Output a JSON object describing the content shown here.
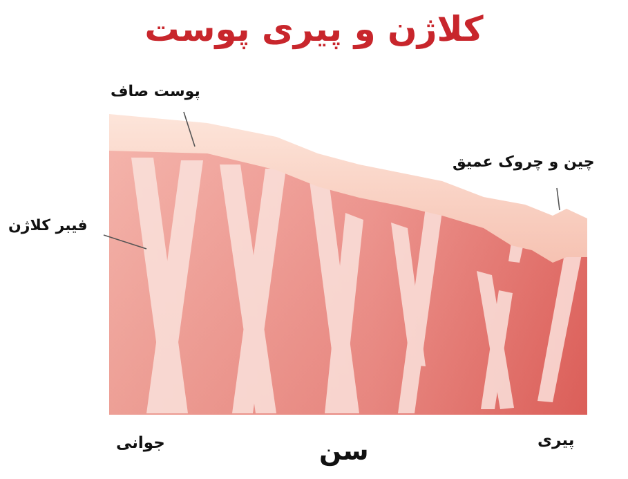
{
  "title": "کلاژن و پیری پوست",
  "labels": {
    "smooth_skin": "پوست صاف",
    "deep_wrinkles": "چین و چروک عمیق",
    "collagen_fiber": "فیبر کلاژن",
    "youth": "جوانی",
    "old_age": "پیری",
    "age": "سن"
  },
  "colors": {
    "title": "#c8262c",
    "dermis_light": "#f3aaa0",
    "dermis_dark": "#e0645e",
    "epidermis": "#fbd3c3",
    "fiber": "#fbe2dc"
  }
}
